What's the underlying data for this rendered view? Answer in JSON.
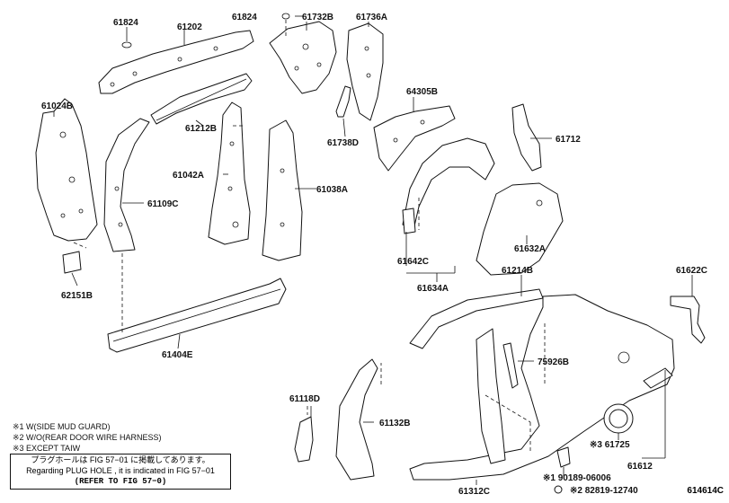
{
  "labels": {
    "p61824a": "61824",
    "p61202": "61202",
    "p61824b": "61824",
    "p61732b": "61732B",
    "p61736a": "61736A",
    "p61024b": "61024B",
    "p61212b": "61212B",
    "p64305b": "64305B",
    "p61738d": "61738D",
    "p61712": "61712",
    "p61042a": "61042A",
    "p61038a": "61038A",
    "p61109c": "61109C",
    "p61642c": "61642C",
    "p61632a": "61632A",
    "p62151b": "62151B",
    "p61634a": "61634A",
    "p61214b": "61214B",
    "p61622c": "61622C",
    "p61404e": "61404E",
    "p75926b": "75926B",
    "p61118d": "61118D",
    "p61132b": "61132B",
    "p61725": "※3 61725",
    "p61612": "61612",
    "p61312c": "61312C",
    "p90189": "※1 90189-06006",
    "p82819": "※2 82819-12740"
  },
  "notes": {
    "n1": "※1 W(SIDE MUD GUARD)",
    "n2": "※2 W/O(REAR DOOR WIRE HARNESS)",
    "n3": "※3 EXCEPT TAIW",
    "box_jp": "プラグホールは FIG 57−01 に掲載してあります。",
    "box_en": "Regarding  PLUG HOLE , it is indicated in FIG 57−01",
    "box_ref": "(REFER TO FIG 57−0)"
  },
  "figure_code": "614614C"
}
